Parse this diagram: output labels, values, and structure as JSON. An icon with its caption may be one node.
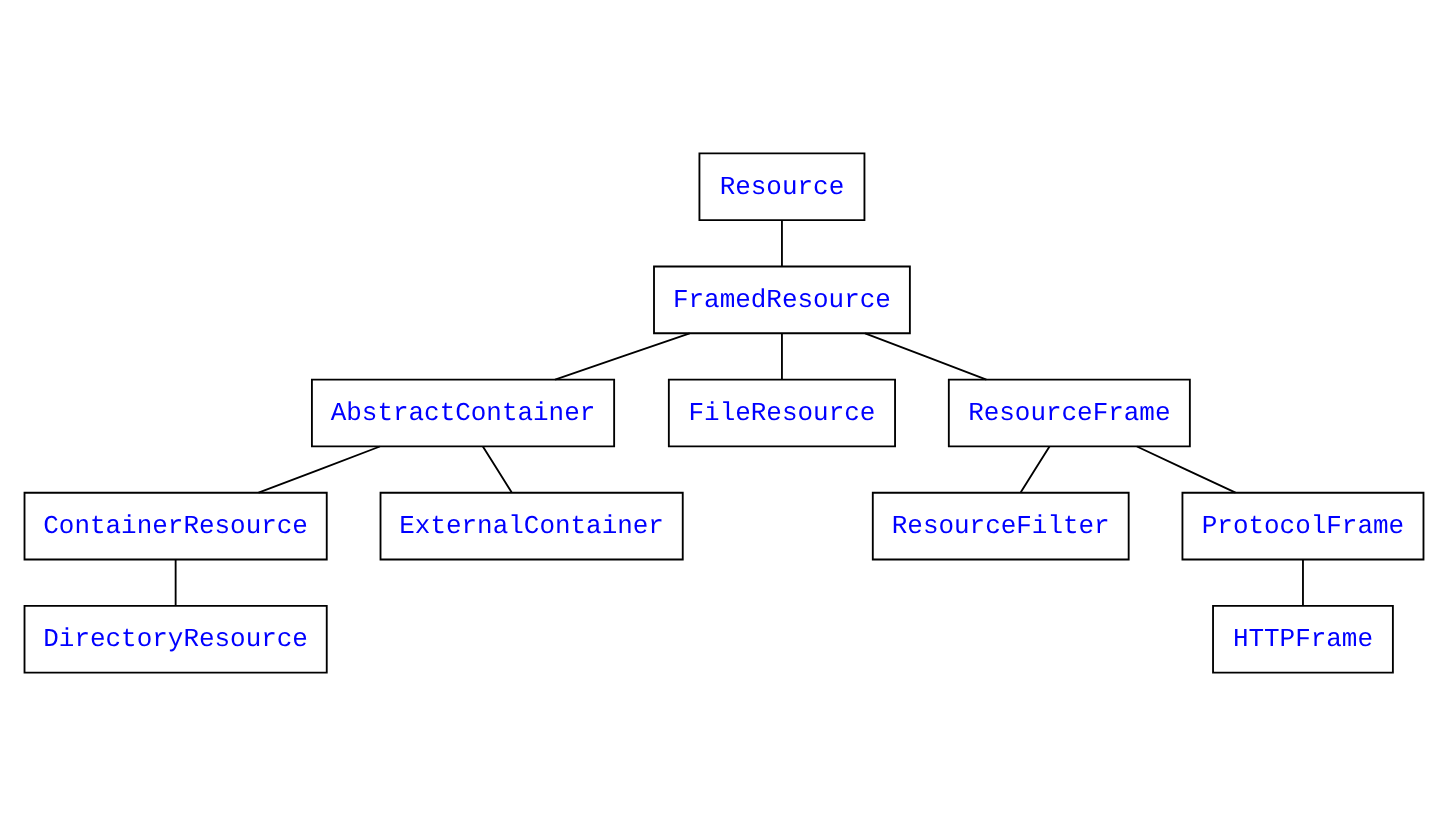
{
  "diagram": {
    "nodes": [
      {
        "text": [
          "Resource"
        ]
      },
      {
        "text": [
          "FramedResource"
        ]
      },
      {
        "text": [
          "AbstractContainer"
        ]
      },
      {
        "text": [
          "FileResource"
        ]
      },
      {
        "text": [
          "ResourceFrame"
        ]
      },
      {
        "text": [
          "ContainerResource"
        ]
      },
      {
        "text": [
          "ExternalContainer"
        ]
      },
      {
        "text": [
          "DirectoryResource"
        ]
      },
      {
        "text": [
          "ResourceFilter"
        ]
      },
      {
        "text": [
          "ProtocolFrame"
        ]
      },
      {
        "text": [
          "HTTPFrame"
        ]
      }
    ],
    "edges": [
      {
        "from": 0,
        "to": 1,
        "arrow": "none"
      },
      {
        "from": 1,
        "to": 2,
        "arrow": "none"
      },
      {
        "from": 1,
        "to": 3,
        "arrow": "none"
      },
      {
        "from": 1,
        "to": 4,
        "arrow": "none"
      },
      {
        "from": 2,
        "to": 5,
        "arrow": "none"
      },
      {
        "from": 2,
        "to": 6,
        "arrow": "none"
      },
      {
        "from": 5,
        "to": 7,
        "arrow": "none"
      },
      {
        "from": 4,
        "to": 8,
        "arrow": "none"
      },
      {
        "from": 4,
        "to": 9,
        "arrow": "none"
      },
      {
        "from": 9,
        "to": 10,
        "arrow": "none"
      }
    ]
  }
}
